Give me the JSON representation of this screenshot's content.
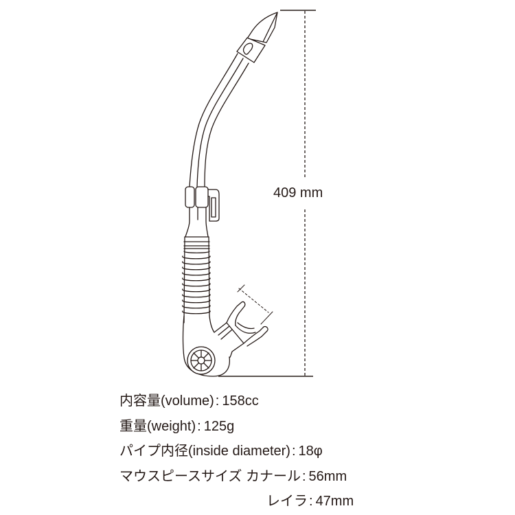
{
  "diagram": {
    "subject": "snorkel",
    "dimension": {
      "label": "409 mm",
      "value": 409,
      "unit": "mm"
    },
    "colors": {
      "line": "#231815",
      "background": "#ffffff"
    }
  },
  "specs": [
    {
      "label_ja": "内容量",
      "label_en": "(volume)",
      "separator": ":",
      "value": "158cc"
    },
    {
      "label_ja": "重量",
      "label_en": "(weight)",
      "separator": ":",
      "value": "125g"
    },
    {
      "label_ja": "パイプ内径",
      "label_en": "(inside diameter)",
      "separator": ":",
      "value": "18φ"
    },
    {
      "label_ja": "マウスピースサイズ",
      "label_en": "カナール",
      "separator": ":",
      "value": "56mm"
    },
    {
      "label_ja": "",
      "label_en": "レイラ",
      "separator": ":",
      "value": "47mm"
    }
  ]
}
